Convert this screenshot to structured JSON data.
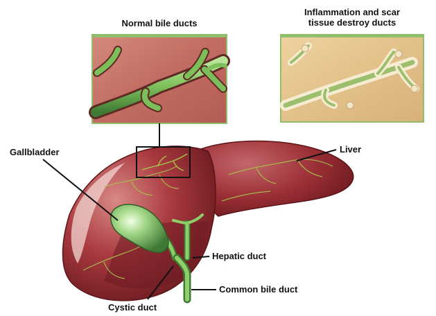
{
  "labels": {
    "normal_title": "Normal bile ducts",
    "inflamed_title_line1": "Inflammation and scar",
    "inflamed_title_line2": "tissue destroy ducts",
    "gallbladder": "Gallbladder",
    "liver": "Liver",
    "hepatic_duct": "Hepatic duct",
    "common_bile_duct": "Common bile duct",
    "cystic_duct": "Cystic duct"
  },
  "colors": {
    "liver_base": "#9b2f36",
    "liver_highlight": "#d98a86",
    "liver_dark": "#5c1418",
    "duct_green": "#7cbf5a",
    "duct_dark": "#3f7a35",
    "inset_tissue_normal": "#c9776c",
    "inset_tissue_inflamed": "#e3c48c",
    "inset_border": "#8fbf6a"
  }
}
